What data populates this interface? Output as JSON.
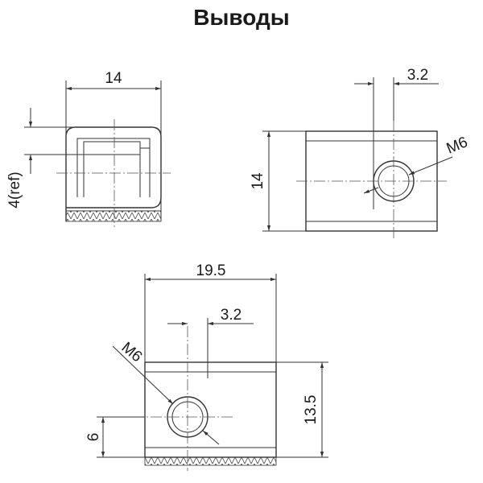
{
  "title": "Выводы",
  "views": {
    "end_view": {
      "width_label": "14",
      "height_label": "4(ref)"
    },
    "side_view": {
      "thread_label": "M6",
      "offset_label": "3.2",
      "height_label": "14"
    },
    "top_view": {
      "width_label": "19.5",
      "offset_label": "3.2",
      "thread_label": "M6",
      "height_label": "13.5",
      "base_offset_label": "6"
    }
  }
}
